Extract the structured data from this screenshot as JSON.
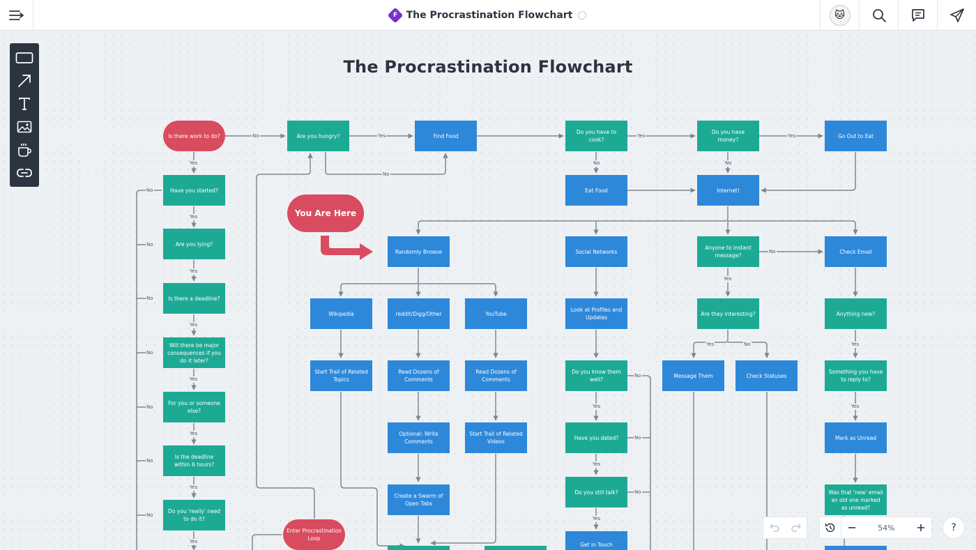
{
  "app": {
    "doc_title": "The Procrastination Flowchart",
    "doc_badge": "F",
    "colors": {
      "green": "#1daa95",
      "blue": "#2d88da",
      "red": "#d94b5e",
      "dark": "#2c3440",
      "connector": "#7b8794"
    }
  },
  "topbar": {
    "icons": [
      "menu-icon",
      "avatar",
      "search-icon",
      "comments-icon",
      "share-icon"
    ]
  },
  "toolbar": {
    "tools": [
      "rectangle-icon",
      "arrow-icon",
      "text-icon",
      "image-icon",
      "sticker-icon",
      "link-icon"
    ]
  },
  "board": {
    "title": "The Procrastination Flowchart"
  },
  "nodes": {
    "q_work": "Is there work to do?",
    "q_started": "Have you started?",
    "q_lying": "Are you lying?",
    "q_deadline": "Is there a deadline?",
    "q_consequences": "Will there be major consequences if you do it later?",
    "q_someone": "For you or someone else?",
    "q_6hours": "Is the deadline within 6 hours?",
    "q_really": "Do you 'really' need to do it?",
    "q_hungry": "Are you hungry?",
    "find_food": "Find Food",
    "q_cook": "Do you have to cook?",
    "q_money": "Do you have money?",
    "go_out": "Go Out to Eat",
    "eat_food": "Eat Food",
    "internet": "Internet!",
    "you_are_here": "You Are Here",
    "random_browse": "Randomly Browse",
    "social": "Social Networks",
    "q_im": "Anyone to instant message?",
    "check_email": "Check Email",
    "wikipedia": "Wikipedia",
    "reddit": "reddit/Digg/Other",
    "youtube": "YouTube",
    "profiles": "Look at Profiles and Updates",
    "q_interesting": "Are they interesting?",
    "q_new": "Anything new?",
    "trail_topics": "Start Trail of Related Topics",
    "read_comments_1": "Read Dozens of Comments",
    "read_comments_2": "Read Dozens of Comments",
    "q_know": "Do you know them well?",
    "message_them": "Message Them",
    "check_statuses": "Check Statuses",
    "q_reply": "Something you have to reply to?",
    "write_comments": "Optional: Write Comments",
    "trail_videos": "Start Trail of Related Videos",
    "q_dated": "Have you dated?",
    "mark_unread": "Mark as Unread",
    "swarm_tabs": "Create a Swarm of Open Tabs",
    "q_talk": "Do you still talk?",
    "q_old_email": "Was that 'new' email an old one marked as unread?",
    "loop": "Enter Procrastination Loop",
    "get_in_touch": "Get in Touch"
  },
  "labels": {
    "yes": "Yes",
    "no": "No"
  },
  "controls": {
    "zoom": "54%",
    "help": "?"
  }
}
